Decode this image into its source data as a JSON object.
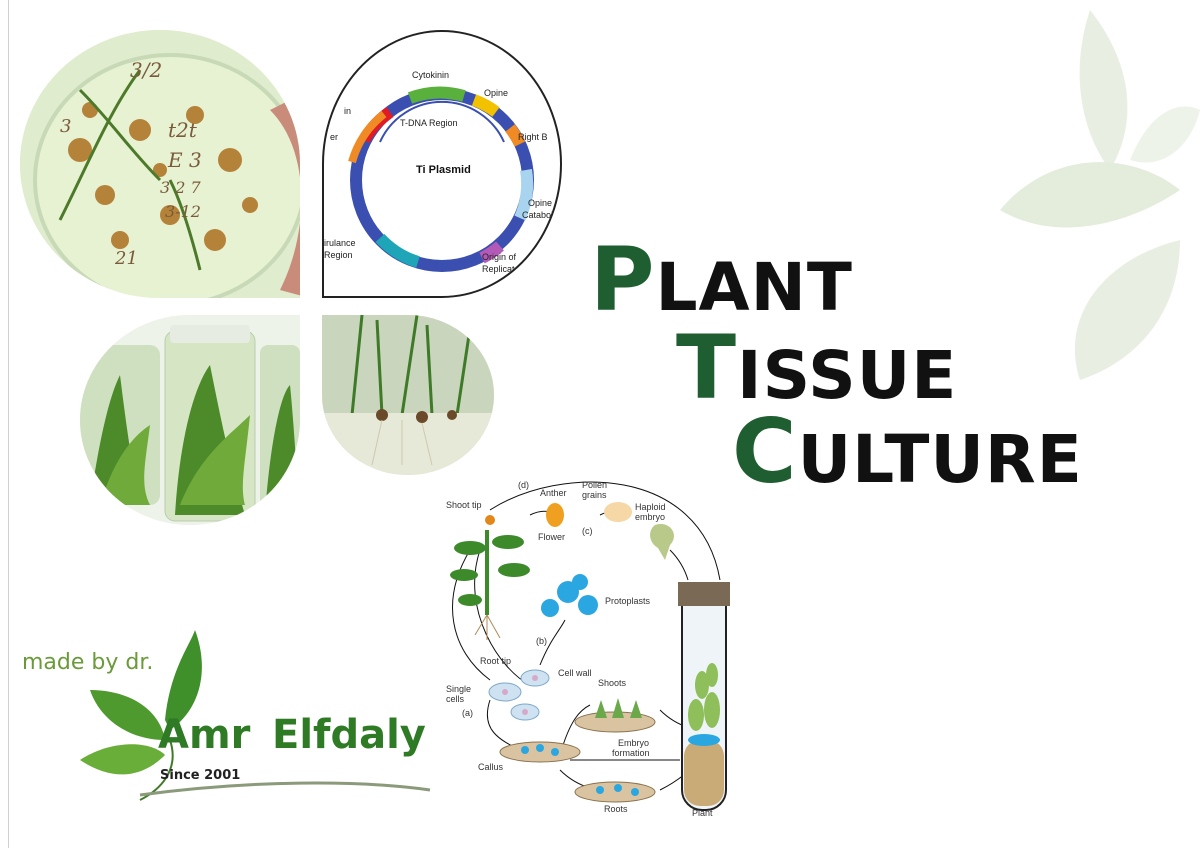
{
  "title": {
    "line1": {
      "cap": "P",
      "rest": "LANT"
    },
    "line2": {
      "cap": "T",
      "rest": "ISSUE"
    },
    "line3": {
      "cap": "C",
      "rest": "ULTURE"
    }
  },
  "plasmid": {
    "center_label": "Ti Plasmid",
    "region_label": "T-DNA Region",
    "labels": [
      "Cytokinin",
      "Opine",
      "Right B",
      "Opine",
      "Catabol",
      "Origin of",
      "Replicat",
      "irulance",
      "Region",
      "in",
      "er"
    ]
  },
  "diagram": {
    "labels": {
      "d": "(d)",
      "anther": "Anther",
      "pollen": "Pollen",
      "grains": "grains",
      "haploid": "Haploid",
      "embryo": "embryo",
      "shoot_tip": "Shoot tip",
      "flower": "Flower",
      "c": "(c)",
      "protoplasts": "Protoplasts",
      "b": "(b)",
      "root_tip": "Root tip",
      "cell_wall": "Cell wall",
      "single": "Single",
      "cells": "cells",
      "a": "(a)",
      "shoots": "Shoots",
      "embryo2": "Embryo",
      "formation": "formation",
      "callus": "Callus",
      "roots": "Roots",
      "plant": "Plant"
    }
  },
  "signature": {
    "made_by": "made by dr.",
    "first": "Amr",
    "last": "Elfdaly",
    "since": "Since 2001"
  },
  "petri_handwriting": [
    "3/2",
    "t2t",
    "E 3",
    "3 2 7",
    "3-12",
    "21",
    "3"
  ],
  "colors": {
    "brand_green": "#1e5e30",
    "leaf_green": "#6a9a3a",
    "text": "#111111"
  }
}
